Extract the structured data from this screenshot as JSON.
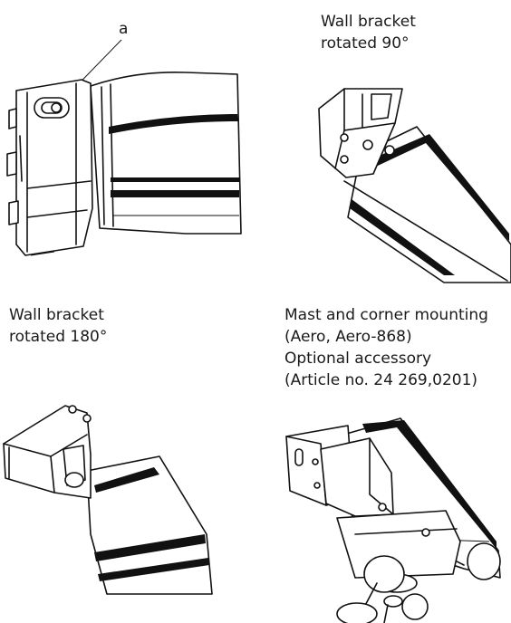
{
  "figure1": {
    "callout": "a"
  },
  "figure2": {
    "caption": [
      "Wall bracket",
      "rotated 90°"
    ]
  },
  "figure3": {
    "caption": [
      "Wall bracket",
      "rotated 180°"
    ]
  },
  "figure4": {
    "caption": [
      "Mast and corner mounting",
      "(Aero, Aero-868)",
      "Optional accessory",
      "(Article no. 24 269,0201)"
    ]
  }
}
